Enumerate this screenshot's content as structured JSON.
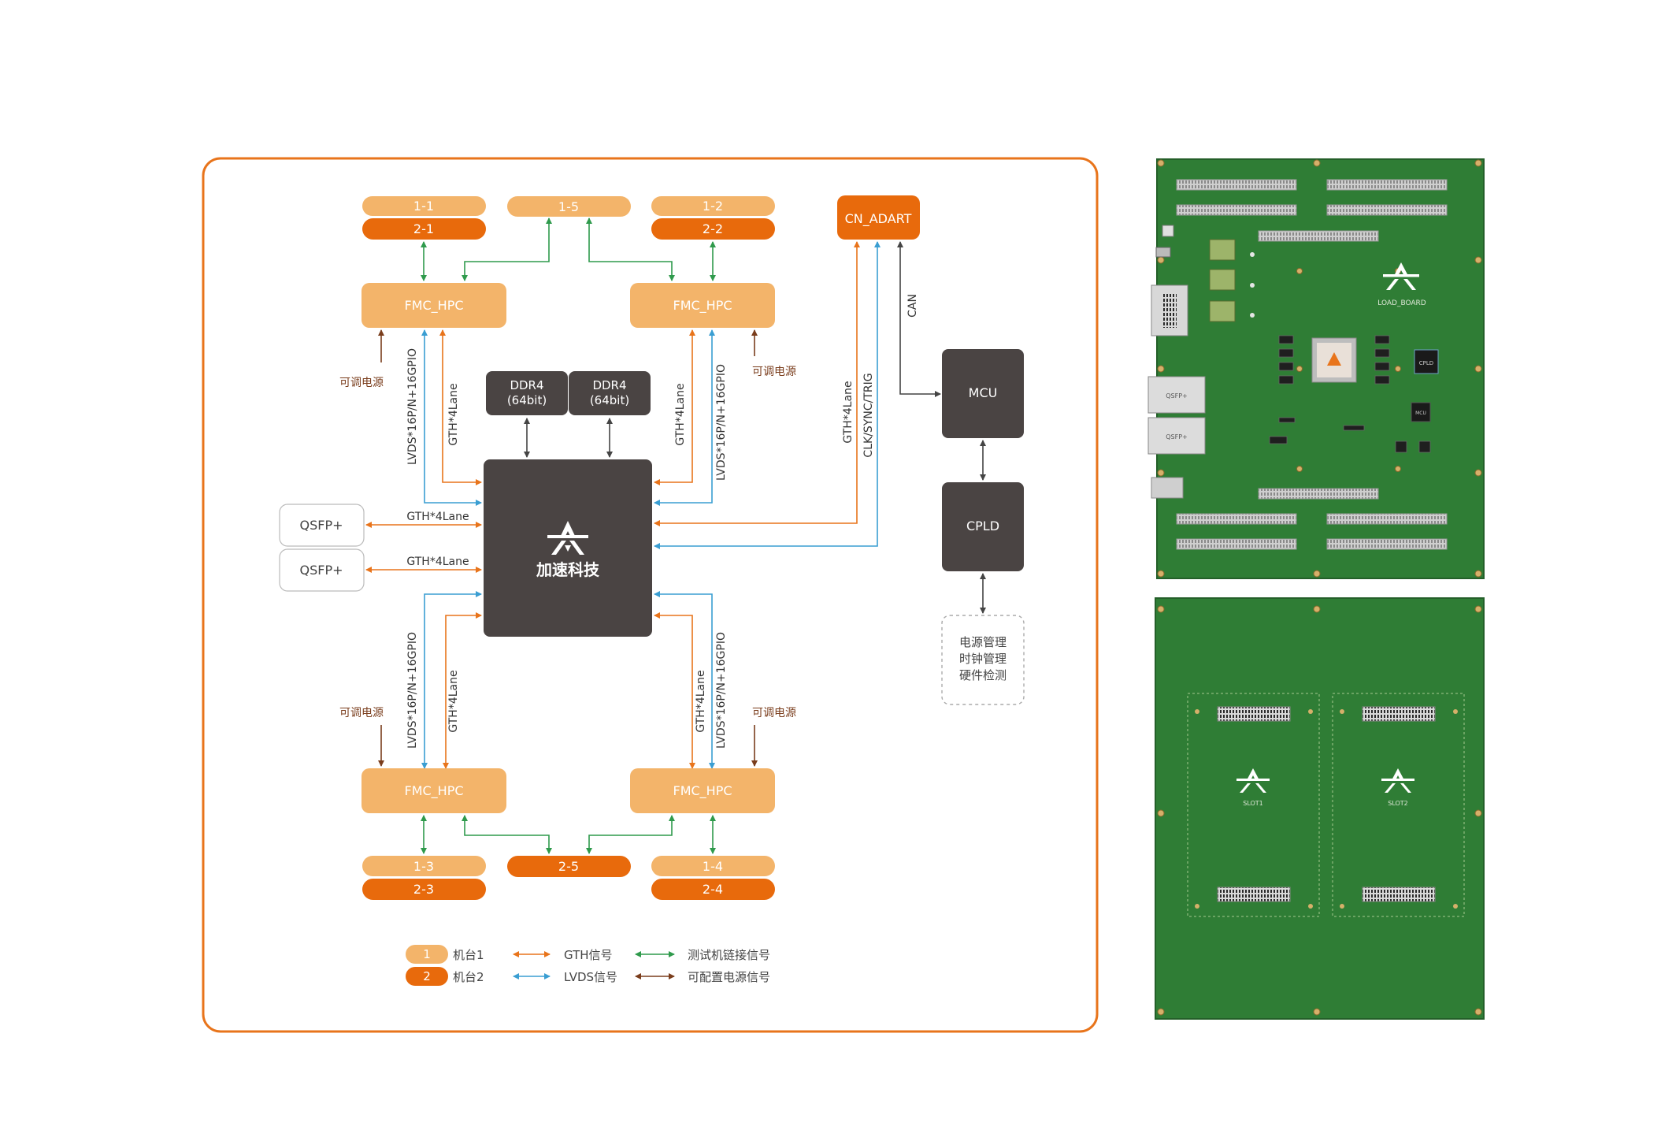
{
  "colors": {
    "frame": "#e8741b",
    "machine1": "#f3b46a",
    "machine2": "#e86a0c",
    "chip": "#4a4443",
    "gth": "#e8741b",
    "lvds": "#3a9ed2",
    "test": "#2f9a4c",
    "power": "#7a3d1c",
    "pcb": "#2f7d35",
    "pcb_edge": "#245f29"
  },
  "slots": {
    "s11": "1-1",
    "s21": "2-1",
    "s15": "1-5",
    "s12": "1-2",
    "s22": "2-2",
    "s13": "1-3",
    "s23": "2-3",
    "s25": "2-5",
    "s14": "1-4",
    "s24": "2-4"
  },
  "blocks": {
    "cn_adart": "CN_ADART",
    "fmc": "FMC_HPC",
    "ddr_title": "DDR4",
    "ddr_sub": "(64bit)",
    "qsfp": "QSFP+",
    "mcu": "MCU",
    "cpld": "CPLD",
    "fpga_brand": "加速科技",
    "mgmt_lines": [
      "电源管理",
      "时钟管理",
      "硬件检测"
    ]
  },
  "signals": {
    "lvds": "LVDS*16P/N+16GPIO",
    "gth": "GTH*4Lane",
    "clk": "CLK/SYNC/TRIG",
    "can": "CAN",
    "adj_power": "可调电源"
  },
  "legend": {
    "num1": "1",
    "num2": "2",
    "machine1": "机台1",
    "machine2": "机台2",
    "gth": "GTH信号",
    "lvds": "LVDS信号",
    "test": "测试机链接信号",
    "power": "可配置电源信号"
  },
  "board_labels": {
    "top_board": "LOAD_BOARD",
    "slot1": "SLOT1",
    "slot2": "SLOT2",
    "qsfp_a": "QSFP+",
    "qsfp_b": "QSFP+",
    "cpld_chip": "CPLD",
    "mcu_chip": "MCU"
  }
}
